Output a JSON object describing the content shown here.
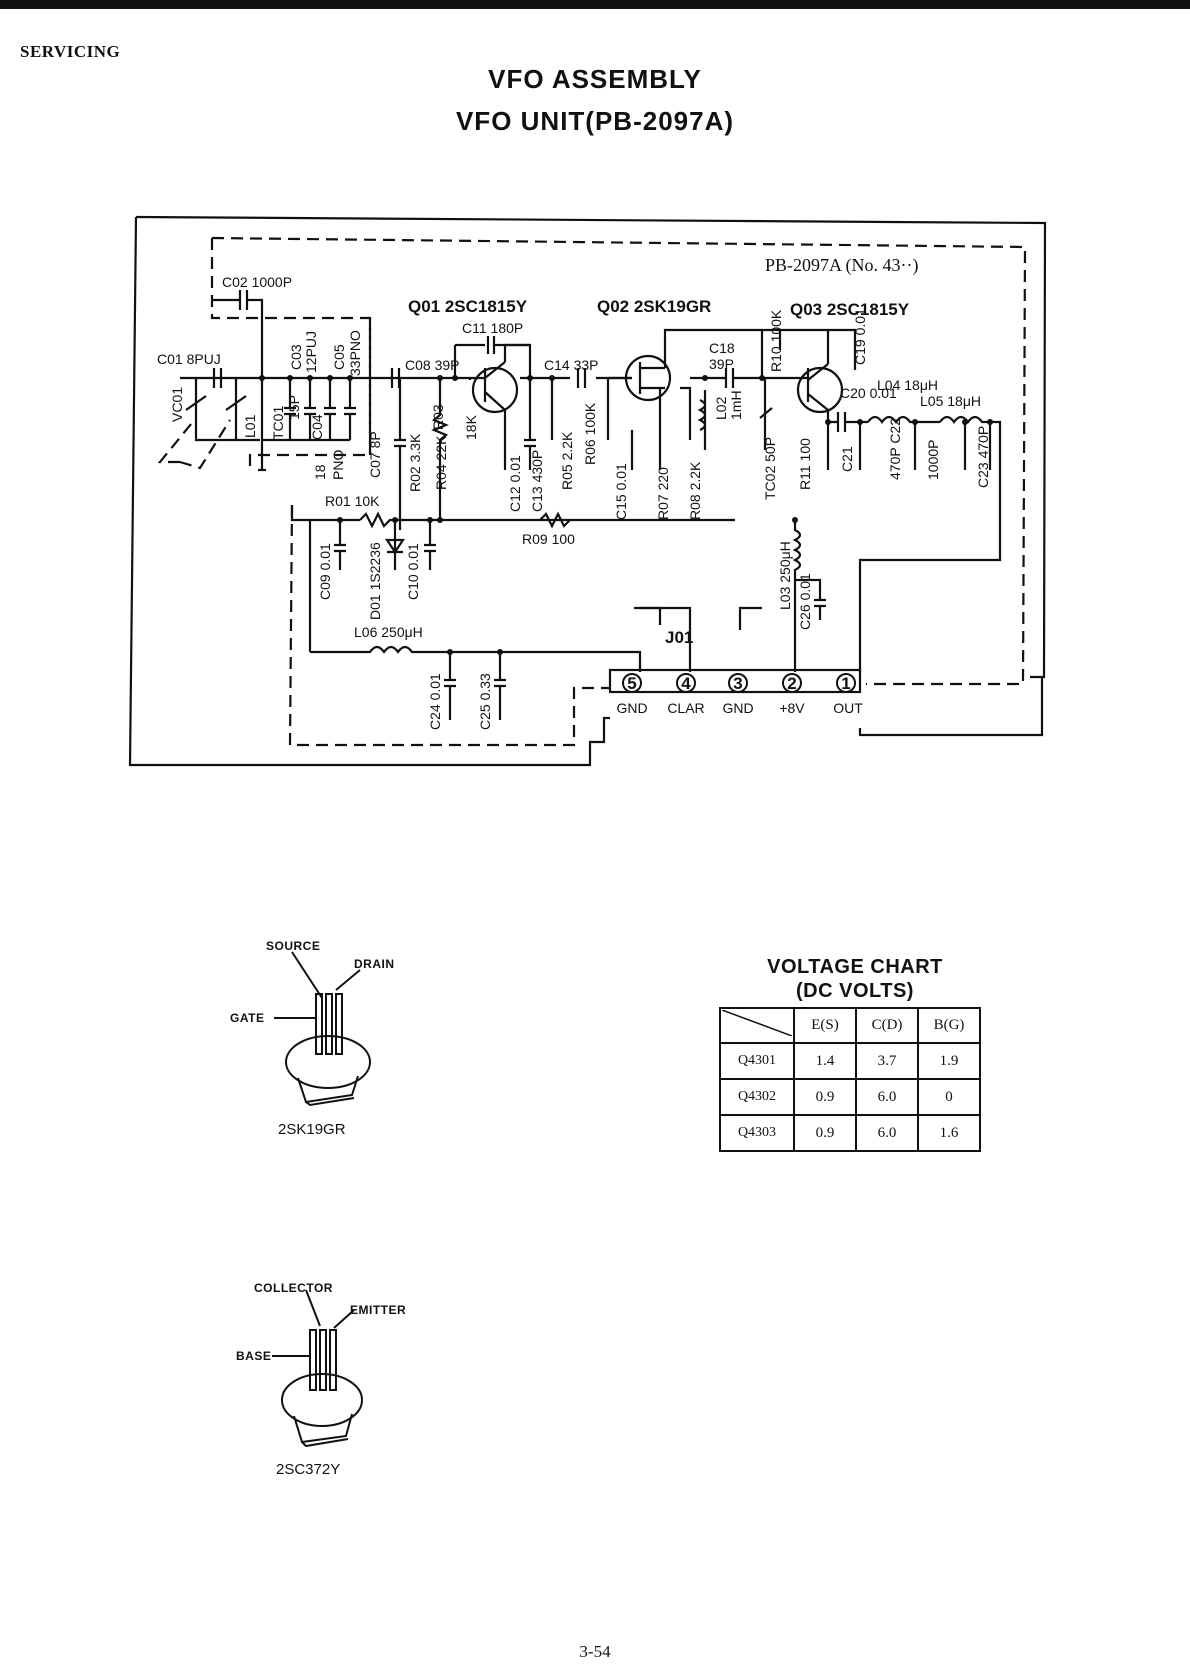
{
  "header": {
    "section": "SERVICING",
    "title_line1": "VFO ASSEMBLY",
    "title_line2": "VFO UNIT(PB-2097A)"
  },
  "schematic": {
    "board_label": "PB-2097A (No. 43··)",
    "transistors": {
      "q01": "Q01 2SC1815Y",
      "q02": "Q02 2SK19GR",
      "q03": "Q03 2SC1815Y"
    },
    "parts": {
      "c02": "C02 1000P",
      "c01": "C01 8PUJ",
      "vc01": "VC01",
      "l01": "L01",
      "tc01": "TC01",
      "c03": "C03",
      "c03v": "12PUJ",
      "c05": "C05",
      "c05v": "33PNO",
      "c04": "C04",
      "c04v": "15P",
      "c06": "18",
      "c06v": "PNO",
      "c08": "C08 39P",
      "c07": "C07 8P",
      "r02": "R02 3.3K",
      "c11": "C11 180P",
      "r03": "R03",
      "r03v": "18K",
      "r04": "R04 22K",
      "c12": "C12 0.01",
      "c13": "C13 430P",
      "c14": "C14 33P",
      "r05": "R05 2.2K",
      "r06": "R06 100K",
      "c15": "C15 0.01",
      "r07": "R07 220",
      "r08": "R08 2.2K",
      "c18": "C18",
      "c18v": "39P",
      "l02": "L02",
      "l02v": "1mH",
      "tc02": "TC02 50P",
      "r10": "R10 100K",
      "c19": "C19 0.01",
      "r11": "R11 100",
      "c20": "C20 0.01",
      "l04": "L04 18μH",
      "l05": "L05 18μH",
      "c21": "C21",
      "c22": "470P C22",
      "c22v": "1000P",
      "c23": "C23 470P",
      "r01": "R01 10K",
      "c09": "C09 0.01",
      "d01": "D01 1S2236",
      "c10": "C10 0.01",
      "r09": "R09 100",
      "l03": "L03 250μH",
      "c26": "C26 0.01",
      "l06": "L06 250μH",
      "c24": "C24 0.01",
      "c25": "C25 0.33",
      "j01": "J01"
    },
    "connector_pins": [
      {
        "num": "5",
        "label": "GND"
      },
      {
        "num": "4",
        "label": "CLAR"
      },
      {
        "num": "3",
        "label": "GND"
      },
      {
        "num": "2",
        "label": "+8V"
      },
      {
        "num": "1",
        "label": "OUT"
      }
    ]
  },
  "fet_diagram": {
    "source": "SOURCE",
    "drain": "DRAIN",
    "gate": "GATE",
    "part": "2SK19GR"
  },
  "bjt_diagram": {
    "collector": "COLLECTOR",
    "emitter": "EMITTER",
    "base": "BASE",
    "part": "2SC372Y"
  },
  "voltage_chart": {
    "title": "VOLTAGE CHART",
    "subtitle": "(DC VOLTS)",
    "columns": [
      "E(S)",
      "C(D)",
      "B(G)"
    ],
    "rows": [
      {
        "name": "Q4301",
        "values": [
          "1.4",
          "3.7",
          "1.9"
        ]
      },
      {
        "name": "Q4302",
        "values": [
          "0.9",
          "6.0",
          "0"
        ]
      },
      {
        "name": "Q4303",
        "values": [
          "0.9",
          "6.0",
          "1.6"
        ]
      }
    ]
  },
  "footer": {
    "page": "3-54"
  }
}
